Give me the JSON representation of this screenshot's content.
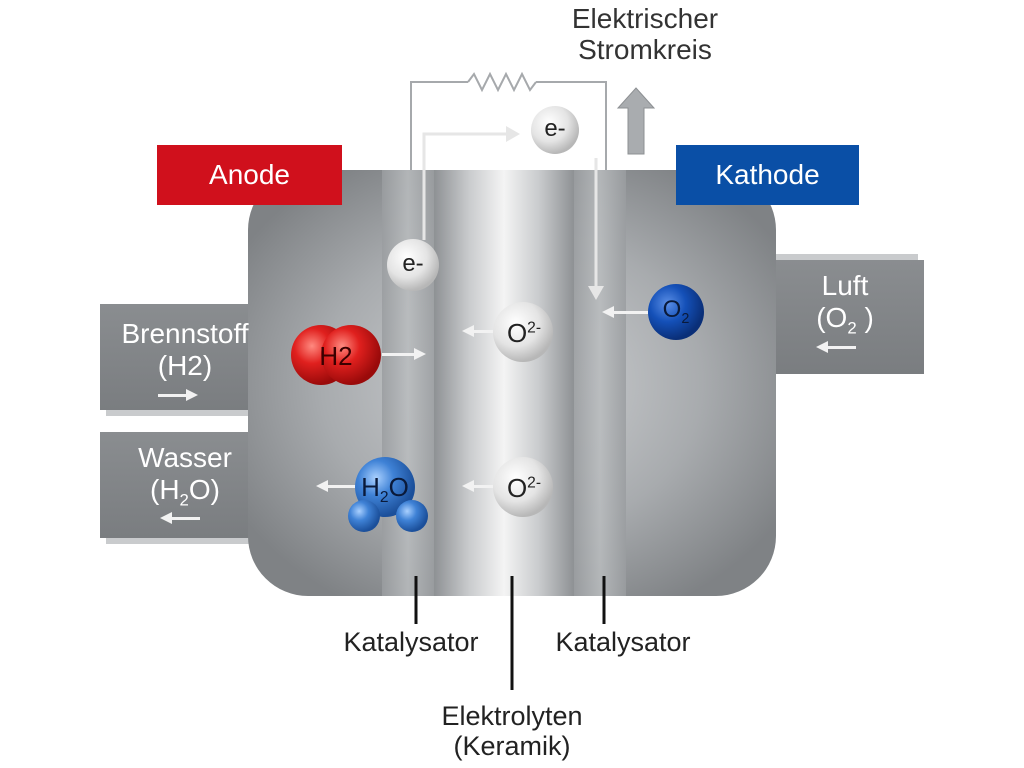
{
  "circuit": {
    "title_line1": "Elektrischer",
    "title_line2": "Stromkreis"
  },
  "anode": {
    "label": "Anode",
    "color": "#d0101c"
  },
  "kathode": {
    "label": "Kathode",
    "color": "#0a4fa6"
  },
  "inlet_fuel": {
    "line1": "Brennstoff",
    "line2": "(H2)"
  },
  "outlet_water": {
    "line1": "Wasser",
    "line2_a": "(H",
    "line2_sub": "2",
    "line2_b": "O)"
  },
  "inlet_air": {
    "line1": "Luft",
    "line2_a": "(O",
    "line2_sub": "2",
    "line2_b": " )"
  },
  "molecules": {
    "electron_top": "e-",
    "electron_anode": "e-",
    "h2": "H2",
    "o2_base": "O",
    "o2_sub": "2",
    "oxide1_base": "O",
    "oxide1_sup": "2-",
    "oxide2_base": "O",
    "oxide2_sup": "2-",
    "water_a": "H",
    "water_sub": "2",
    "water_b": "O"
  },
  "callouts": {
    "catalyst_left": "Katalysator",
    "catalyst_right": "Katalysator",
    "electrolyte_line1": "Elektrolyten",
    "electrolyte_line2": "(Keramik)"
  },
  "colors": {
    "body_gray": "#8f9295",
    "electrolyte_light": "#e8e8e8",
    "h2_red": "#d11a1f",
    "water_blue": "#3f7fd0"
  }
}
